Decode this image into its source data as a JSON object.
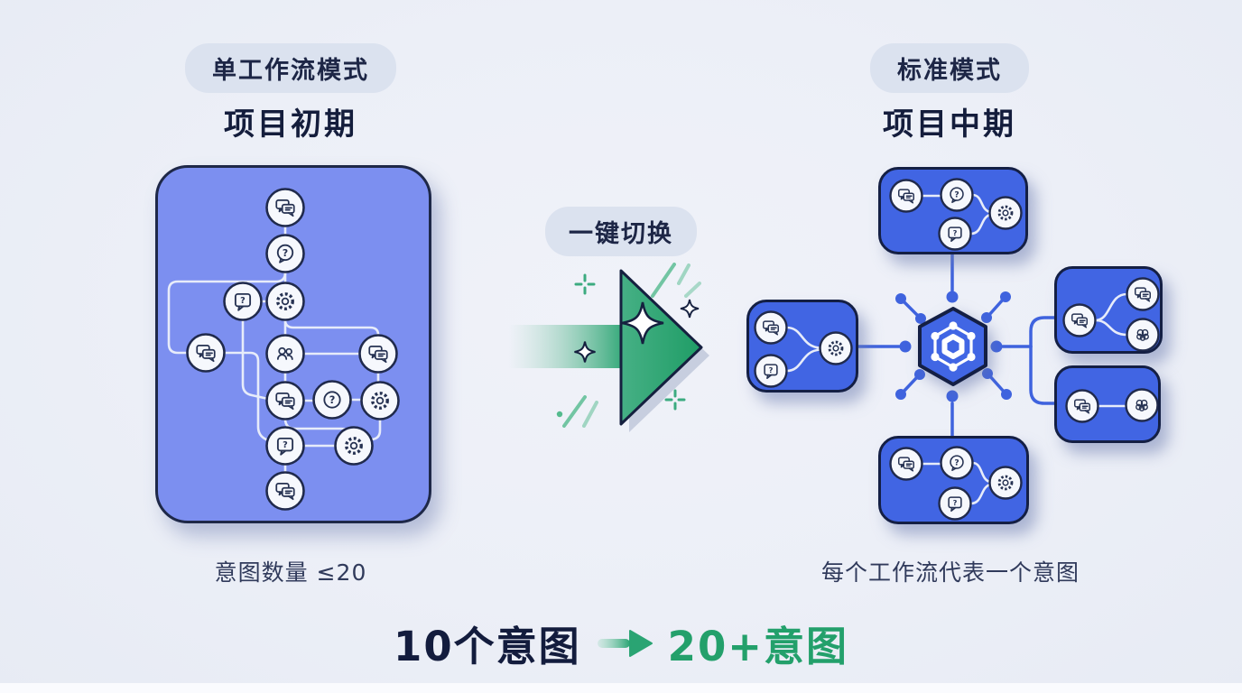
{
  "header_left": {
    "pill": "单工作流模式",
    "title": "项目初期"
  },
  "header_right": {
    "pill": "标准模式",
    "title": "项目中期"
  },
  "switch_pill": "一键切换",
  "caption_left": "意图数量 ≤20",
  "caption_right": "每个工作流代表一个意图",
  "headline": {
    "left": "10个意图",
    "right": "20+意图"
  },
  "colors": {
    "background": "#eceff7",
    "light_workflow_box": "#7c8ff0",
    "standard_workflow_box": "#4165e3",
    "outline_navy": "#1b2544",
    "accent_green": "#23a06b",
    "connector_blue": "#3f63de",
    "pill_background": "#dbe2ef"
  },
  "workflows": {
    "single": {
      "icons": [
        "chat",
        "question-bubble",
        "square-bubble",
        "gear",
        "chat",
        "people",
        "chat",
        "chat",
        "question-circle",
        "gear",
        "square-bubble",
        "gear",
        "chat"
      ]
    },
    "hub_top": {
      "icons": [
        "chat",
        "question-bubble",
        "square-bubble",
        "gear"
      ]
    },
    "hub_left": {
      "icons": [
        "chat",
        "square-bubble",
        "gear"
      ]
    },
    "hub_right_top": {
      "icons": [
        "chat",
        "chat",
        "brain"
      ]
    },
    "hub_right_bottom": {
      "icons": [
        "chat",
        "brain"
      ]
    },
    "hub_bottom": {
      "icons": [
        "chat",
        "question-bubble",
        "square-bubble",
        "gear"
      ]
    }
  },
  "hub_center_icon": "molecule"
}
